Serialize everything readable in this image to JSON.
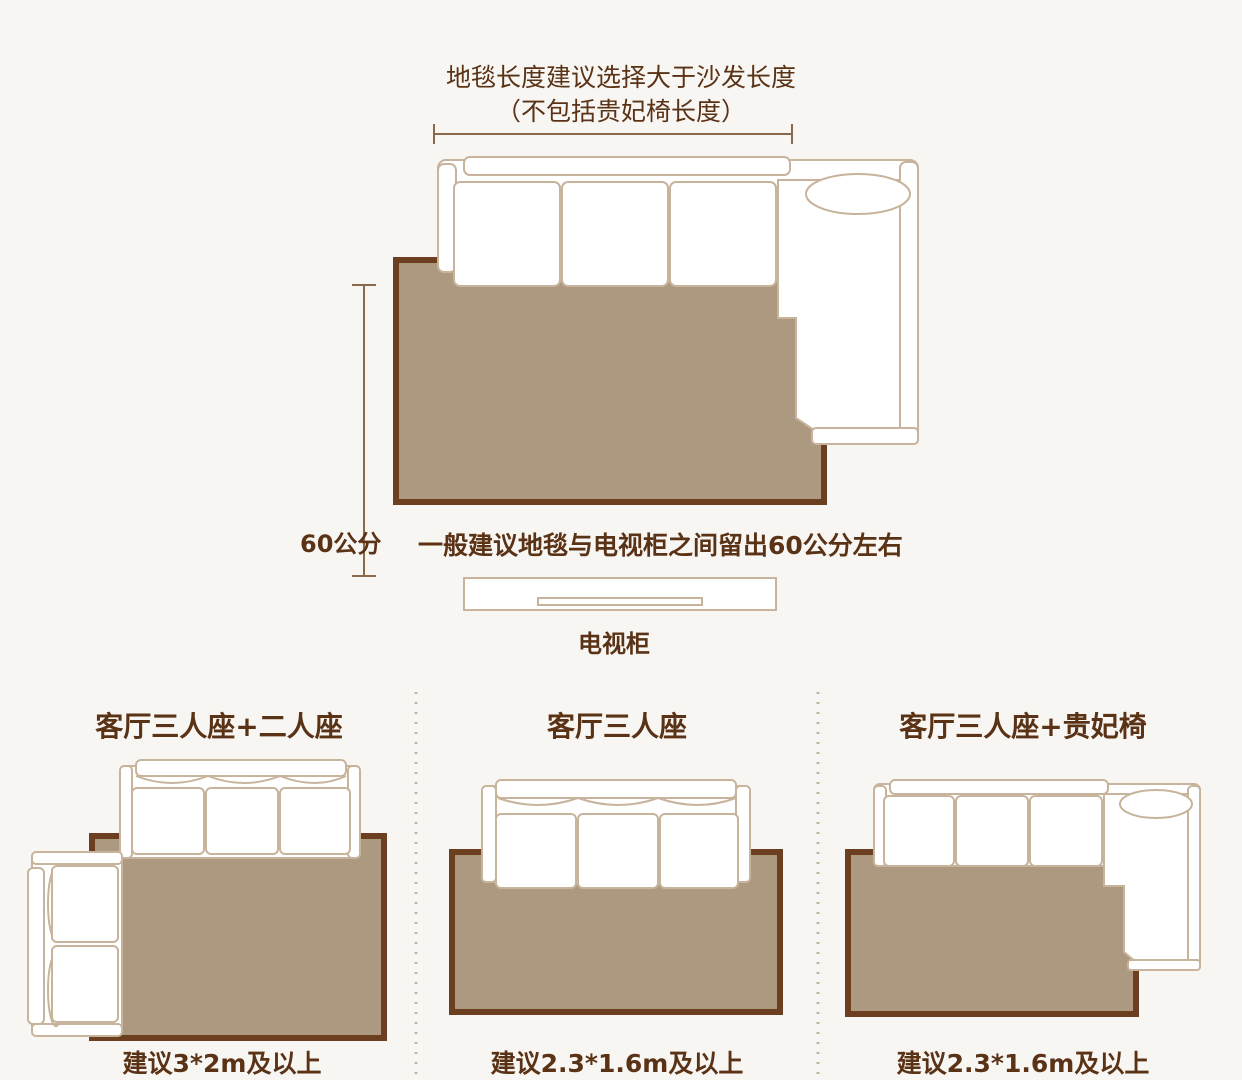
{
  "main_diagram": {
    "length_note_line1": "地毯长度建议选择大于沙发长度",
    "length_note_line2": "（不包括贵妃椅长度）",
    "distance_label": "60公分",
    "distance_note": "一般建议地毯与电视柜之间留出60公分左右",
    "tv_cabinet_label": "电视柜"
  },
  "panels": [
    {
      "title": "客厅三人座+二人座",
      "recommendation": "建议3*2m及以上"
    },
    {
      "title": "客厅三人座",
      "recommendation": "建议2.3*1.6m及以上"
    },
    {
      "title": "客厅三人座+贵妃椅",
      "recommendation": "建议2.3*1.6m及以上"
    }
  ],
  "colors": {
    "rug_fill": "#ad9880",
    "rug_border": "#6b3f1f",
    "sofa_outline": "#c8b49c",
    "text": "#5a3216",
    "background": "#f8f6f3"
  }
}
